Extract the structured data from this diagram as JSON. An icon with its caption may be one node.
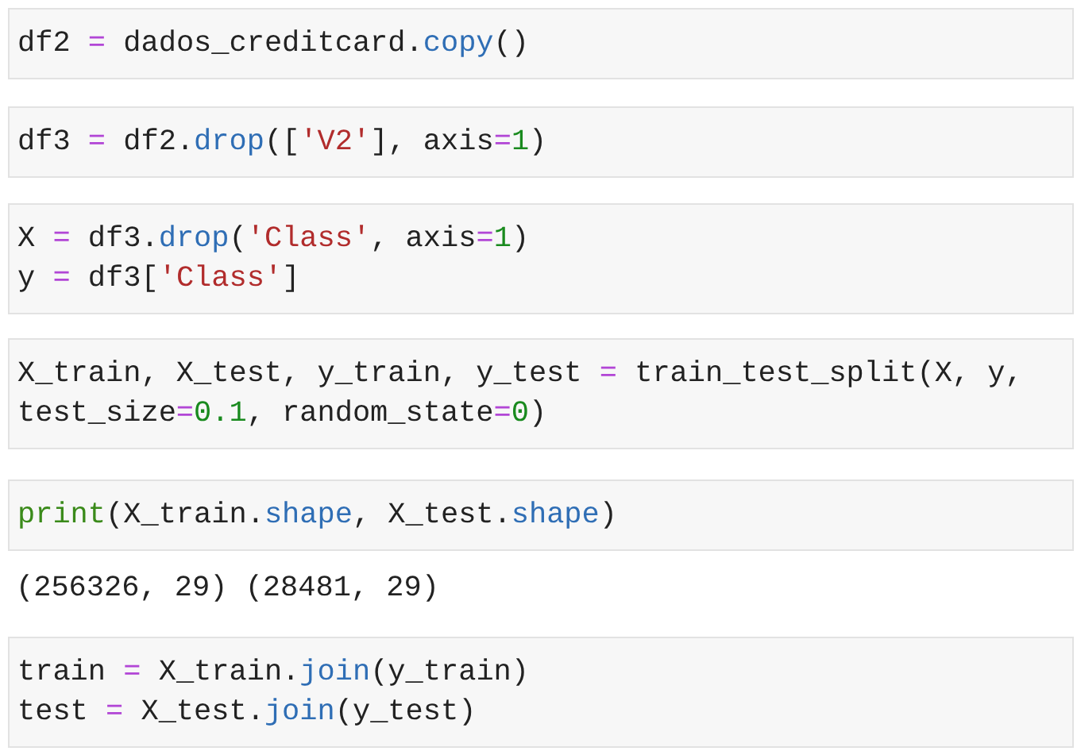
{
  "diagram": {
    "nodes": [
      {
        "text": [
          "df2 = dados_creditcard.copy()"
        ]
      },
      {
        "text": [
          "df3 = df2.drop(['V2'], axis=1)"
        ]
      },
      {
        "text": [
          "X = df3.drop('Class', axis=1)",
          "y = df3['Class']"
        ]
      },
      {
        "text": [
          "X_train, X_test, y_train, y_test = train_test_split(X, y,",
          "test_size=0.1, random_state=0)"
        ]
      },
      {
        "text": [
          "print(X_train.shape, X_test.shape)"
        ]
      },
      {
        "text": [
          "train = X_train.join(y_train)",
          "test = X_test.join(y_test)"
        ]
      }
    ],
    "labels": [
      "(256326, 29) (28481, 29)"
    ]
  }
}
